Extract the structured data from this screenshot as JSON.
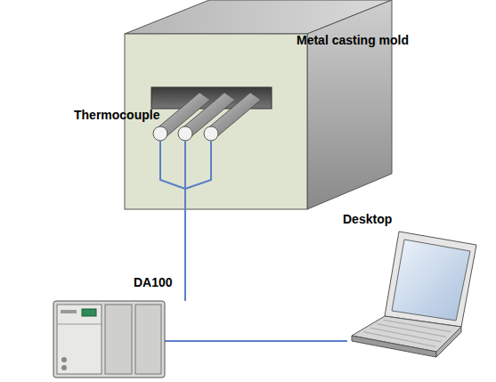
{
  "diagram": {
    "nodes": [
      {
        "text": [
          "Metal casting mold"
        ]
      },
      {
        "text": [
          "DA100"
        ]
      },
      {
        "text": [
          "Desktop"
        ]
      }
    ],
    "edges": [
      {
        "from": 0,
        "to": 1,
        "arrow": "none"
      },
      {
        "from": 1,
        "to": 2,
        "arrow": "none"
      }
    ],
    "labels": [
      "Thermocouple"
    ]
  }
}
